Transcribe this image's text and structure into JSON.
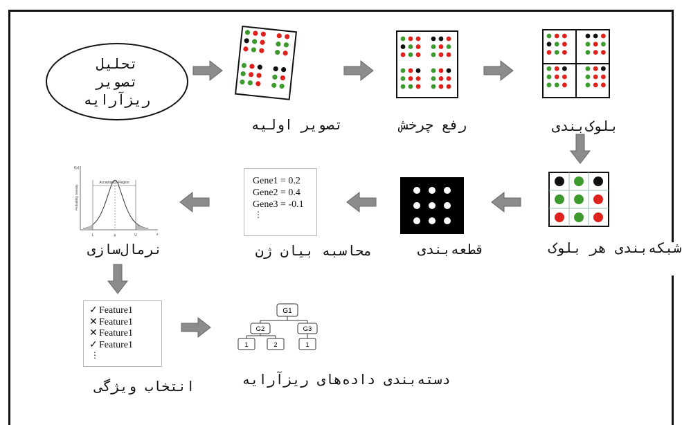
{
  "start": {
    "lines": [
      "تحلیل",
      "تصویر",
      "ریزآرایه"
    ]
  },
  "steps": {
    "initial_image": "تصویر اولیه",
    "rotation_removal": "رفع چرخش",
    "blocking": "بلوک‌بندی",
    "block_gridding": "شبکه‌بندی هر بلوک",
    "segmentation": "قطعه‌بندی",
    "gene_expression": "محاسبه بیان ژن",
    "normalization": "نرمال‌سازی",
    "feature_selection": "انتخاب ویژگی",
    "classification": "دسته‌بندی داده‌های ریزآرایه"
  },
  "expression_values": [
    "Gene1 = 0.2",
    "Gene2 = 0.4",
    "Gene3 = -0.1"
  ],
  "features": [
    {
      "mark": "✓",
      "label": "Feature1"
    },
    {
      "mark": "✕",
      "label": "Feature1"
    },
    {
      "mark": "✕",
      "label": "Feature1"
    },
    {
      "mark": "✓",
      "label": "Feature1"
    }
  ],
  "normal_curve": {
    "region_label": "Acceptance Region",
    "y_axis_label": "Probability Density",
    "y_symbol": "f(x)",
    "x_symbol": "x",
    "x_ticks": [
      "L",
      "μ",
      "U"
    ]
  },
  "tree": {
    "root": "G1",
    "children": [
      "G2",
      "G3"
    ],
    "leaves": [
      "1",
      "2",
      "1"
    ]
  },
  "colors": {
    "red": "#e0201b",
    "green": "#3c9a2e",
    "black": "#111111",
    "arrow": "#8c8c8c"
  }
}
